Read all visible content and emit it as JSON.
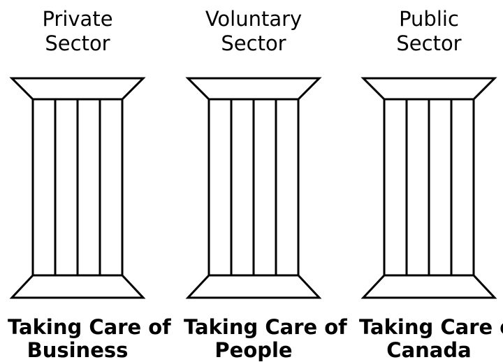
{
  "pillars": [
    {
      "top_line1": "Private",
      "top_line2": "Sector",
      "bottom_line1": "Taking Care of",
      "bottom_line2": "Business"
    },
    {
      "top_line1": "Voluntary",
      "top_line2": "Sector",
      "bottom_line1": "Taking Care of",
      "bottom_line2": "People"
    },
    {
      "top_line1": "Public",
      "top_line2": "Sector",
      "bottom_line1": "Taking Care of",
      "bottom_line2": "Canada"
    }
  ],
  "colors": {
    "line": "#000000",
    "background": "#ffffff"
  }
}
